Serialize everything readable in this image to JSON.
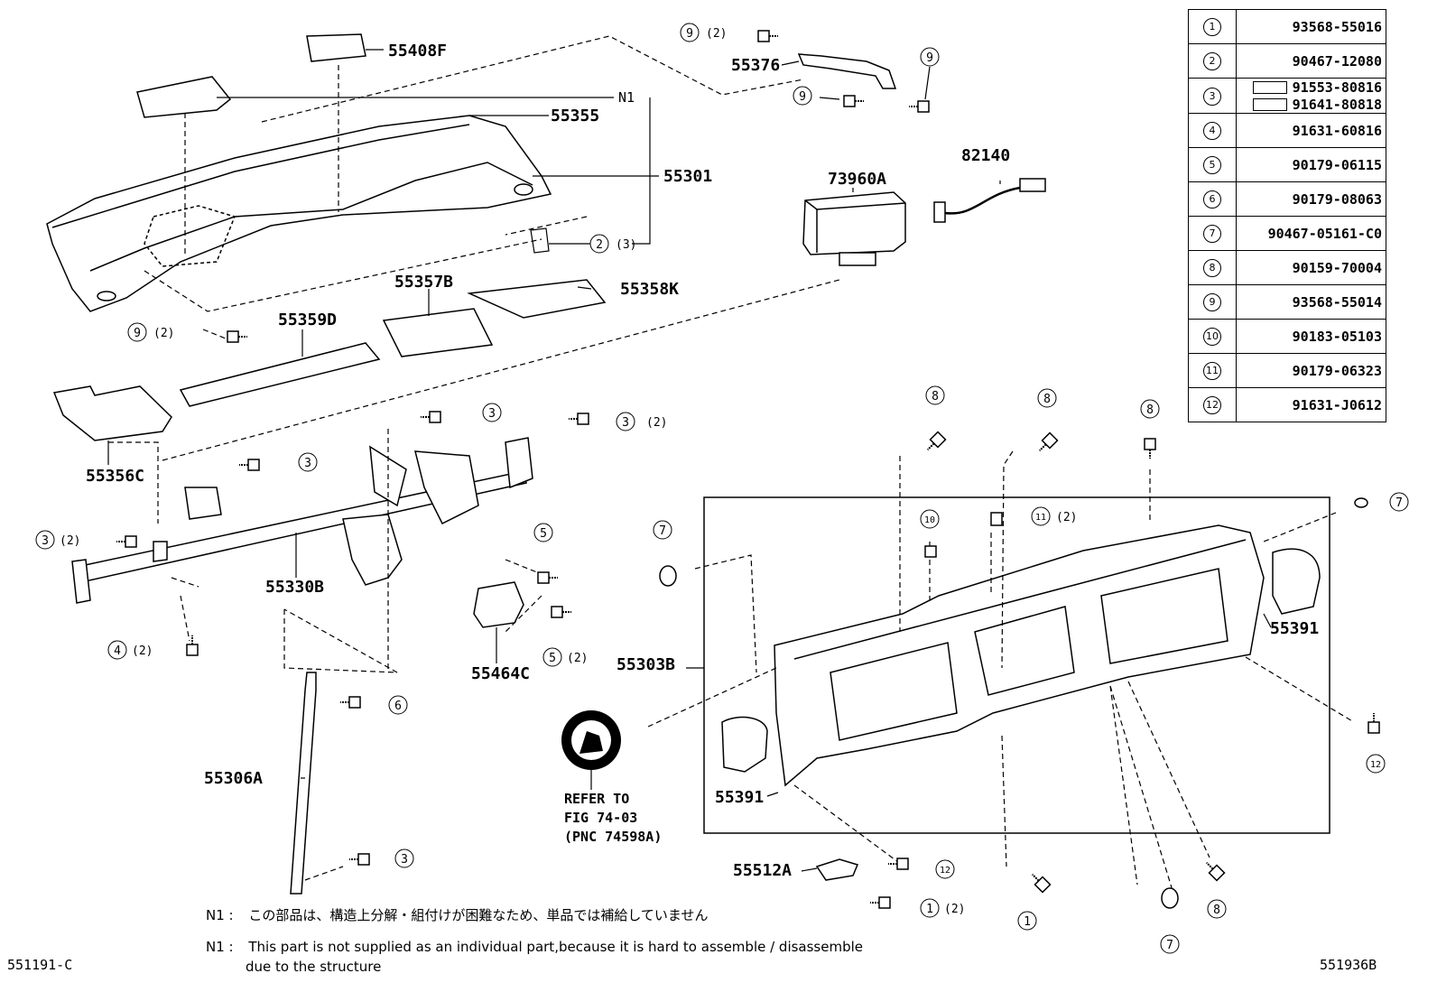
{
  "parts": {
    "p55408F": "55408F",
    "p55355": "55355",
    "p55301": "55301",
    "n1": "N1",
    "p55376": "55376",
    "p82140": "82140",
    "p73960A": "73960A",
    "p55357B": "55357B",
    "p55358K": "55358K",
    "p55359D": "55359D",
    "p55356C": "55356C",
    "p55330B": "55330B",
    "p55464C": "55464C",
    "p55303B": "55303B",
    "p55391a": "55391",
    "p55391b": "55391",
    "p55306A": "55306A",
    "p55512A": "55512A"
  },
  "callouts": {
    "c1": {
      "num": "9",
      "qty": "(2)"
    },
    "c2": {
      "num": "9",
      "qty": ""
    },
    "c3": {
      "num": "9",
      "qty": ""
    },
    "c4": {
      "num": "2",
      "qty": "(3)"
    },
    "c5": {
      "num": "9",
      "qty": "(2)"
    },
    "c6": {
      "num": "3",
      "qty": ""
    },
    "c7": {
      "num": "3",
      "qty": "(2)"
    },
    "c8": {
      "num": "3",
      "qty": ""
    },
    "c9": {
      "num": "3",
      "qty": "(2)"
    },
    "c10": {
      "num": "4",
      "qty": "(2)"
    },
    "c11": {
      "num": "5",
      "qty": ""
    },
    "c12": {
      "num": "5",
      "qty": "(2)"
    },
    "c13": {
      "num": "6",
      "qty": ""
    },
    "c14": {
      "num": "7",
      "qty": ""
    },
    "c15": {
      "num": "8",
      "qty": ""
    },
    "c16": {
      "num": "8",
      "qty": ""
    },
    "c17": {
      "num": "8",
      "qty": ""
    },
    "c18": {
      "num": "10",
      "qty": ""
    },
    "c19": {
      "num": "11",
      "qty": "(2)"
    },
    "c20": {
      "num": "7",
      "qty": ""
    },
    "c21": {
      "num": "12",
      "qty": ""
    },
    "c22": {
      "num": "3",
      "qty": ""
    },
    "c23": {
      "num": "12",
      "qty": ""
    },
    "c24": {
      "num": "1",
      "qty": "(2)"
    },
    "c25": {
      "num": "1",
      "qty": ""
    },
    "c26": {
      "num": "7",
      "qty": ""
    },
    "c27": {
      "num": "8",
      "qty": ""
    }
  },
  "refer": {
    "line1": "REFER TO",
    "line2": "FIG 74-03",
    "line3": "(PNC 74598A)"
  },
  "table": [
    {
      "num": "1",
      "pn": "93568-55016"
    },
    {
      "num": "2",
      "pn": "90467-12080"
    },
    {
      "num": "3",
      "pn": "91553-80816",
      "pn2": "91641-80818"
    },
    {
      "num": "4",
      "pn": "91631-60816"
    },
    {
      "num": "5",
      "pn": "90179-06115"
    },
    {
      "num": "6",
      "pn": "90179-08063"
    },
    {
      "num": "7",
      "pn": "90467-05161-C0"
    },
    {
      "num": "8",
      "pn": "90159-70004"
    },
    {
      "num": "9",
      "pn": "93568-55014"
    },
    {
      "num": "10",
      "pn": "90183-05103"
    },
    {
      "num": "11",
      "pn": "90179-06323"
    },
    {
      "num": "12",
      "pn": "91631-J0612"
    }
  ],
  "notes": {
    "jp_label": "N1 :",
    "jp": "この部品は、構造上分解・組付けが困難なため、単品では補給していません",
    "en_label": "N1 :",
    "en1": "This part is not supplied as an individual part,because it is hard to assemble / disassemble",
    "en2": "due to the structure"
  },
  "codes": {
    "left": "551191-C",
    "right": "551936B"
  }
}
